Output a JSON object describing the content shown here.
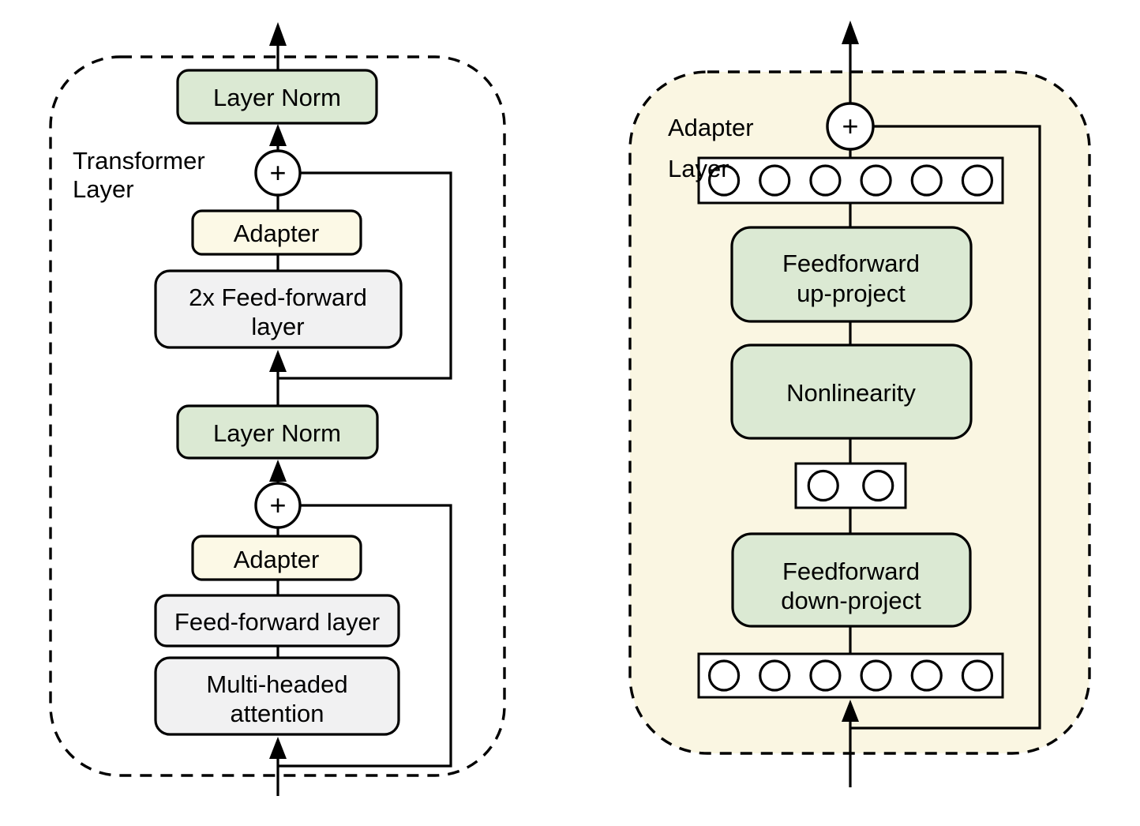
{
  "figure": {
    "left_panel": {
      "label_line1": "Transformer",
      "label_line2": "Layer",
      "layer_norm_top": "Layer Norm",
      "plus_top": "+",
      "adapter_top": "Adapter",
      "ff2_line1": "2x Feed-forward",
      "ff2_line2": "layer",
      "layer_norm_mid": "Layer Norm",
      "plus_bottom": "+",
      "adapter_bottom": "Adapter",
      "ff_single": "Feed-forward layer",
      "mha_line1": "Multi-headed",
      "mha_line2": "attention"
    },
    "right_panel": {
      "label_line1": "Adapter",
      "label_line2": "Layer",
      "plus": "+",
      "up_line1": "Feedforward",
      "up_line2": "up-project",
      "nonlinearity": "Nonlinearity",
      "down_line1": "Feedforward",
      "down_line2": "down-project",
      "feature_rows": {
        "top_count": 6,
        "bottleneck_count": 2,
        "bottom_count": 6
      }
    },
    "colors": {
      "block_green": "#dbe9d3",
      "block_cream": "#fcf9e6",
      "panel_cream": "#faf6e2",
      "block_gray": "#f1f1f2",
      "stroke": "#000000"
    }
  }
}
